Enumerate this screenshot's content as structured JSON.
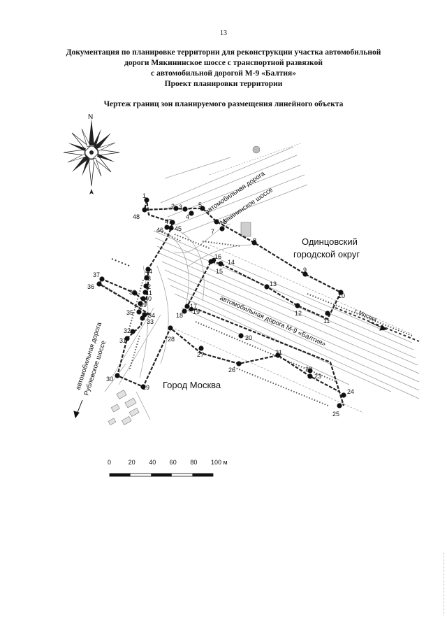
{
  "page": {
    "number": "13"
  },
  "header": {
    "lines": [
      "Документация по планировке территории для реконструкции участка автомобильной",
      "дороги Мякининское шоссе с транспортной развязкой",
      "с автомобильной дорогой М-9 «Балтия»",
      "Проект планировки территории"
    ]
  },
  "drawing": {
    "title": "Чертеж границ зон планируемого размещения линейного объекта"
  },
  "compass": {
    "north_label": "N"
  },
  "map": {
    "areas": {
      "odintsovo_line1": "Одинцовский",
      "odintsovo_line2": "городской округ",
      "moscow": "Город Москва"
    },
    "roads": {
      "myakininskoe_line1": "автомобильная дорога",
      "myakininskoe_line2": "Мякининское шоссе",
      "m9": "автомобильная дорога М-9 «Балтия»",
      "rublevskoe_line1": "автомобильная дорога",
      "rublevskoe_line2": "Рублевское шоссе",
      "to_moscow": "г. Москва"
    },
    "points": [
      "1",
      "2",
      "3",
      "4",
      "5",
      "6",
      "7",
      "8",
      "9",
      "10",
      "11",
      "12",
      "13",
      "14",
      "15",
      "16",
      "17",
      "18",
      "19",
      "20",
      "21",
      "22",
      "23",
      "24",
      "25",
      "26",
      "27",
      "28",
      "29",
      "30",
      "31",
      "32",
      "33",
      "34",
      "35",
      "36",
      "37",
      "38",
      "39",
      "40",
      "41",
      "42",
      "43",
      "44",
      "45",
      "46",
      "47",
      "48"
    ]
  },
  "scale": {
    "ticks": [
      "0",
      "20",
      "40",
      "60",
      "80",
      "100 м"
    ],
    "values_m": [
      0,
      20,
      40,
      60,
      80,
      100
    ]
  },
  "colors": {
    "ink": "#111111",
    "road_gray": "#9a9a9a",
    "boundary": "#222222"
  }
}
